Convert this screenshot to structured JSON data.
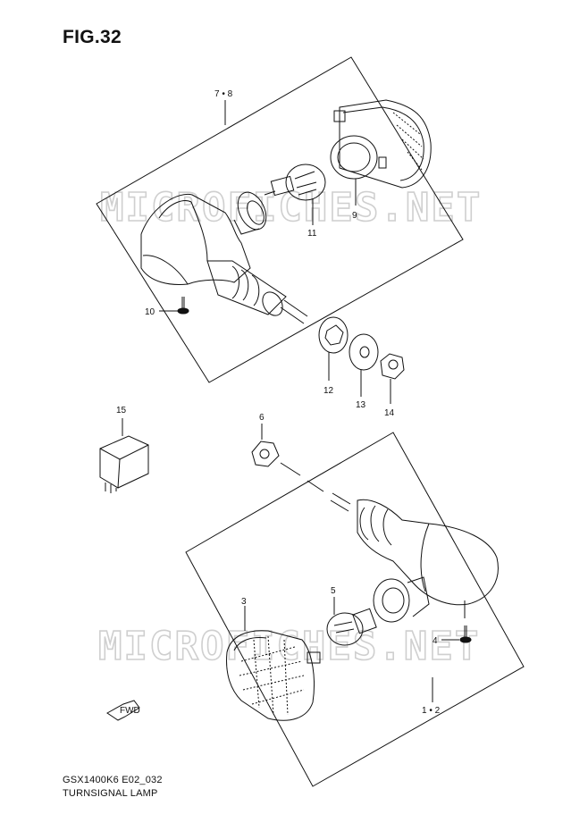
{
  "figure": {
    "title": "FIG.32"
  },
  "watermark": {
    "text": "MICROFICHES.NET"
  },
  "callouts": {
    "c_7_8": "7 • 8",
    "c_9": "9",
    "c_11": "11",
    "c_10": "10",
    "c_12": "12",
    "c_13": "13",
    "c_14": "14",
    "c_15": "15",
    "c_6": "6",
    "c_3": "3",
    "c_5": "5",
    "c_4": "4",
    "c_1_2": "1 • 2"
  },
  "fwd_badge": "FWD",
  "footer": {
    "model_code": "GSX1400K6 E02_032",
    "caption": "TURNSIGNAL LAMP"
  },
  "colors": {
    "line": "#111111",
    "watermark": "#cfcfcf"
  }
}
